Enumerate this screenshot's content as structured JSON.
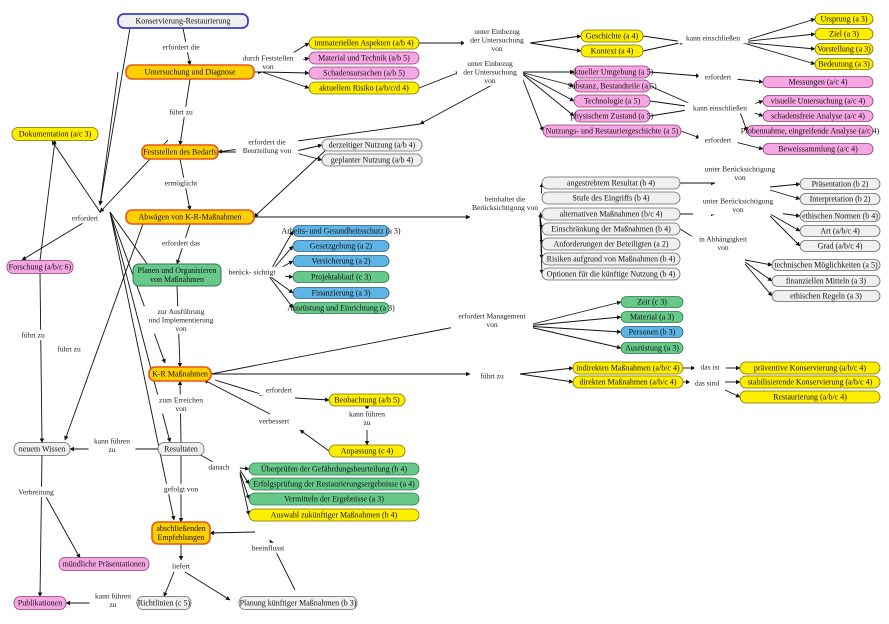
{
  "colors": {
    "yellow": "#ffee00",
    "pink": "#f7a6e4",
    "gray": "#f0f0f0",
    "green": "#66c98a",
    "blue": "#5fb4e6",
    "orange": "#ffd000",
    "root_border": "#3a3ad0",
    "main_border": "#e8551a"
  },
  "nodes": {
    "konservierung": "Konservierung-Restaurierung",
    "untersuchung": "Untersuchung und Diagnose",
    "feststellen_bedarf": "Feststellen des Bedarfs",
    "abwaegen": "Abwägen von K-R-Maßnahmen",
    "planen": "Planen und Organisieren von Maßnahmen",
    "kr_massnahmen": "K-R Maßnahmen",
    "resultaten": "Resultaten",
    "abschliessend": "abschließenden Empfehlungen",
    "dokumentation": "Dokumentation (a/c 3)",
    "forschung": "Forschung (a/b/c 6)",
    "neues_wissen": "neuem Wissen",
    "muendliche": "mündliche Präsentationen",
    "publikationen": "Publikationen",
    "richtlinien": "Richtlinien (c 5)",
    "planung": "Planung künftiger Maßnahmen (b 3)",
    "immat": "immateriellen Aspekten (a/b 4)",
    "material_technik": "Material und Technik (a/b 5)",
    "schadensursachen": "Schadensursachen (a/b 5)",
    "risiko": "aktuellem Risiko (a/b/c/d 4)",
    "geschichte": "Geschichte (a 4)",
    "kontext": "Kontext (a 4)",
    "ursprung": "Ursprung (a 3)",
    "ziel": "Ziel (a 3)",
    "vorstellung": "Vorstellung (a 3)",
    "bedeutung": "Bedeutung (a 3)",
    "umgebung": "aktueller Umgebung (a 5)",
    "substanz": "Substanz, Bestandteile (a 5)",
    "technologie": "Technologie (a 5)",
    "physisch": "physischem Zustand (a 5)",
    "nutzung_gesch": "Nutzungs- und Restauriergeschichte (a 5)",
    "messungen": "Messungen (a/c 4)",
    "visuelle": "visuelle Untersuchung (a/c 4)",
    "schadensfrei": "schadensfreie Analyse (a/c 4)",
    "probennahme": "Probennahme, eingreifende Analyse (a/c 4)",
    "beweis": "Beweissammlung (a/c 4)",
    "derzeitige": "derzeitiger Nutzung (a/b 4)",
    "geplanter": "geplanter Nutzung (a/b 4)",
    "angestrebt": "angestrebtem Resultat (b 4)",
    "stufe": "Stufe des Eingriffs (b 4)",
    "alternativen": "alternativen Maßnahmen (b/c 4)",
    "einschraenkung": "Einschränkung der Maßnahmen (b 4)",
    "anforderungen": "Anforderungen der Beteiligten (a 2)",
    "risiken": "Risiken aufgrund von Maßnahmen (b 4)",
    "optionen": "Optionen für die künftige Nutzung (b 4)",
    "praesentation": "Präsentation (b 2)",
    "interpretation": "Interpretation (b 2)",
    "ethische_normen": "ethischen Normen (b 4)",
    "art": "Art (a/b/c 4)",
    "grad": "Grad (a/b/c 4)",
    "tech_moeglich": "technischen Möglichkeiten (a 5)",
    "fin_mittel": "finanziellen Mitteln (a 3)",
    "eth_regeln": "ethischen Regeln (a 3)",
    "arbeits": "Arbeits- und Gesundheitsschutz (a 3)",
    "gesetzgebung": "Gesetzgebung (a 2)",
    "versicherung": "Versicherung (a 2)",
    "projektablauf": "Projektablauf (c 3)",
    "finanzierung": "Finanzierung (a 3)",
    "ausruestung_einr": "Ausrüstung und Einrichtung (a 3)",
    "zeit": "Zeit (c 3)",
    "material": "Material (a 3)",
    "personen": "Personen (b 3)",
    "ausruestung": "Ausrüstung (a 3)",
    "indirekt": "indirekten Maßnahmen (a/b/c 4)",
    "direkt": "direkten Maßnahmen (a/b/c 4)",
    "praeventiv": "präventive Konservierung (a/b/c 4)",
    "stabilisierend": "stabilisierende Konservierung (a/b/c 4)",
    "restaurierung": "Restaurierung (a/b/c 4)",
    "beobachtung": "Beobachtung (a/b 5)",
    "anpassung": "Anpassung (c 4)",
    "ueberpruefen": "Überprüfen der Gefährdungsbeurteilung (b 4)",
    "erfolgspruefung": "Erfolgsprüfung der Restaurierungsergebnisse (a 4)",
    "vermitteln": "Vermitteln der Ergebnisse (a 3)",
    "auswahl": "Auswahl zukünftiger Maßnahmen (b 4)"
  },
  "labels": {
    "erfordert_die": "erfordert die",
    "durch_feststellen": "durch Feststellen von",
    "unter_einbezug_1": "unter Einbezug der Untersuchung von",
    "unter_einbezug_2": "unter Einbezug der Untersuchung von",
    "kann_einschliessen_1": "kann einschließen",
    "kann_einschliessen_2": "kann einschließen",
    "erfordert_a": "erfordert",
    "erfordert_b": "erfordert",
    "fuehrt_zu_1": "führt zu",
    "erfordert_beurteilung": "erfordert die Beurteilung von",
    "ermoeglicht": "ermöglicht",
    "erfordert_left": "erfordert",
    "erfordert_das": "erfordert das",
    "beinhaltet": "beinhaltet die Berücksichtigung von",
    "unter_beruecks_1": "unter Berücksichtigung von",
    "unter_beruecks_2": "unter Berücksichtigung von",
    "in_abhaengigkeit": "in Abhängigkeit von",
    "beruecksichtigt": "berück- sichtigt",
    "zur_ausfuehrung": "zur Ausführung und Implementierung von",
    "erfordert_management": "erfordert Management von",
    "fuehrt_zu_2": "führt zu",
    "das_ist": "das ist",
    "das_sind": "das sind",
    "erfordert_c": "erfordert",
    "kann_fuehren_1": "kann führen zu",
    "verbessert": "verbessert",
    "zum_erreichen": "zum Erreichen von",
    "kann_fuehren_2": "kann führen zu",
    "danach": "danach",
    "gefolgt_von": "gefolgt von",
    "beeinflusst": "beeinflusst",
    "liefert": "liefert",
    "kann_fuehren_3": "kann führen zu",
    "verbreitung": "Verbreitung",
    "fuehrt_zu_3": "führt zu",
    "fuehrt_zu_4": "führt zu"
  }
}
